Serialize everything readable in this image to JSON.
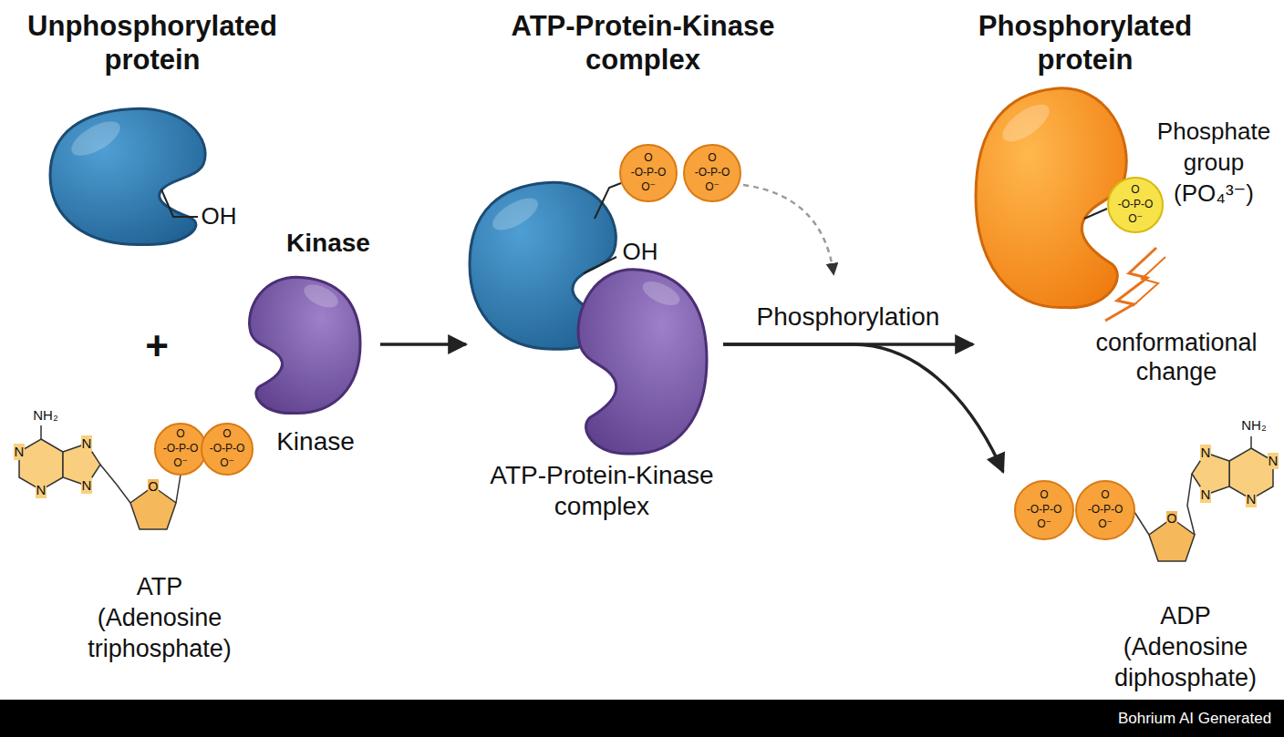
{
  "diagram": {
    "nodes": [
      {
        "text": [
          "Unphosphorylated protein"
        ]
      },
      {
        "text": [
          "Kinase",
          "Kinase"
        ]
      },
      {
        "text": [
          "ATP (Adenosine triphosphate)"
        ]
      },
      {
        "text": [
          "ATP-Protein-Kinase complex",
          "ATP-Protein-Kinase complex"
        ]
      },
      {
        "text": [
          "Phosphorylated protein"
        ]
      },
      {
        "text": [
          "Phosphate group (PO₄³⁻)"
        ],
        "in": 4
      },
      {
        "text": [
          "ADP (Adenosine diphosphate)"
        ]
      }
    ],
    "edges": [
      {
        "from": 1,
        "to": 3,
        "arrow": "to"
      },
      {
        "from": 3,
        "to": 4,
        "label": "Phosphorylation",
        "arrow": "to"
      },
      {
        "from": 3,
        "to": 6,
        "arrow": "to"
      }
    ],
    "labels": [
      "+",
      "OH",
      "NH₂",
      "N",
      "N",
      "N",
      "N",
      "O",
      "OH",
      "conformational change",
      "NH₂",
      "N",
      "N",
      "N",
      "N",
      "O",
      "Bohrium AI Generated",
      "O",
      "-O-P-O",
      "O⁻",
      "O",
      "-O-P-O",
      "O⁻",
      "O",
      "-O-P-O",
      "O⁻",
      "O",
      "-O-P-O",
      "O⁻",
      "O",
      "-O-P-O",
      "O⁻",
      "O",
      "-O-P-O",
      "O⁻",
      "O",
      "-O-P-O",
      "O⁻"
    ]
  }
}
